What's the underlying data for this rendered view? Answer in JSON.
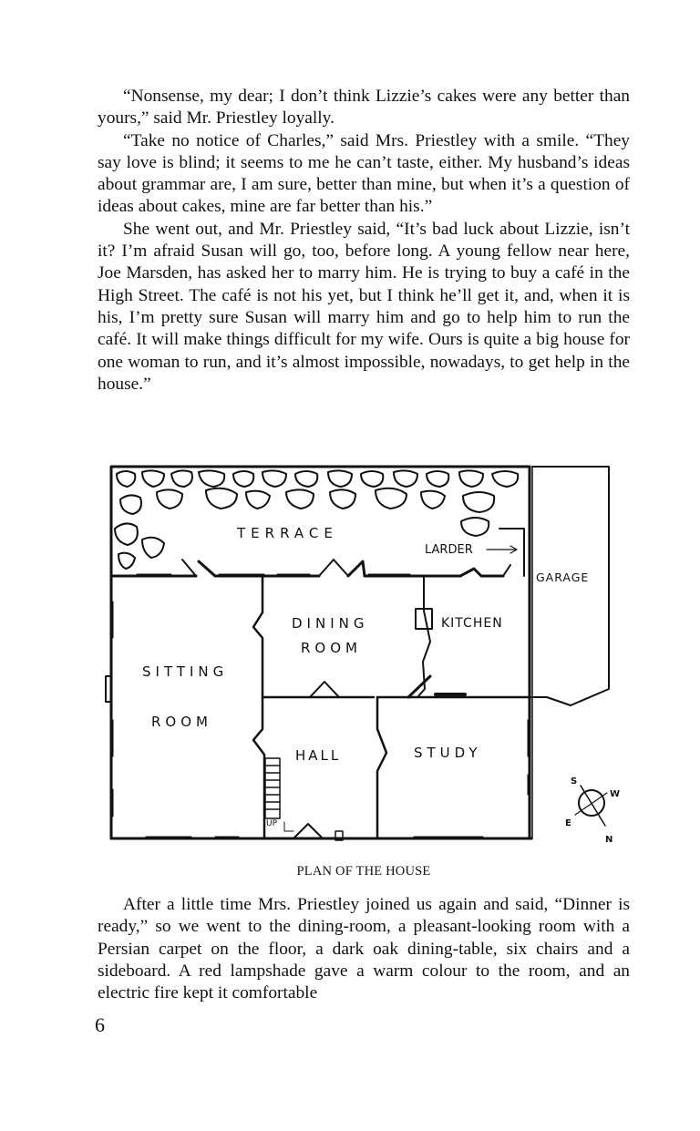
{
  "paragraphs_top": [
    "“Nonsense, my dear; I don’t think Lizzie’s cakes were any better than yours,” said Mr. Priestley loyally.",
    "“Take no notice of Charles,” said Mrs. Priestley with a smile. “They say love is blind; it seems to me he can’t taste, either. My husband’s ideas about grammar are, I am sure, better than mine, but when it’s a question of ideas about cakes, mine are far better than his.”",
    "She went out, and Mr. Priestley said, “It’s bad luck about Lizzie, isn’t it? I’m afraid Susan will go, too, before long. A young fellow near here, Joe Marsden, has asked her to marry him. He is trying to buy a café in the High Street. The café is not his yet, but I think he’ll get it, and, when it is his, I’m pretty sure Susan will marry him and go to help him to run the café. It will make things difficult for my wife. Ours is quite a big house for one woman to run, and it’s almost impossible, nowadays, to get help in the house.”"
  ],
  "plan_labels": {
    "terrace": "TERRACE",
    "larder": "LARDER",
    "garage": "GARAGE",
    "dining_room_1": "DINING",
    "dining_room_2": "ROOM",
    "kitchen": "KITCHEN",
    "sitting_room_1": "SITTING",
    "sitting_room_2": "ROOM",
    "hall": "HALL",
    "study": "STUDY",
    "up": "UP",
    "compass_s": "S",
    "compass_w": "W",
    "compass_e": "E",
    "compass_n": "N"
  },
  "caption": "PLAN OF THE HOUSE",
  "paragraphs_bottom": [
    "After a little time Mrs. Priestley joined us again and said, “Dinner is ready,” so we went to the dining-room, a pleasant-looking room with a Persian carpet on the floor, a dark oak dining-table, six chairs and a sideboard. A red lampshade gave a warm colour to the room, and an electric fire kept it comfortable"
  ],
  "page_number": "6"
}
